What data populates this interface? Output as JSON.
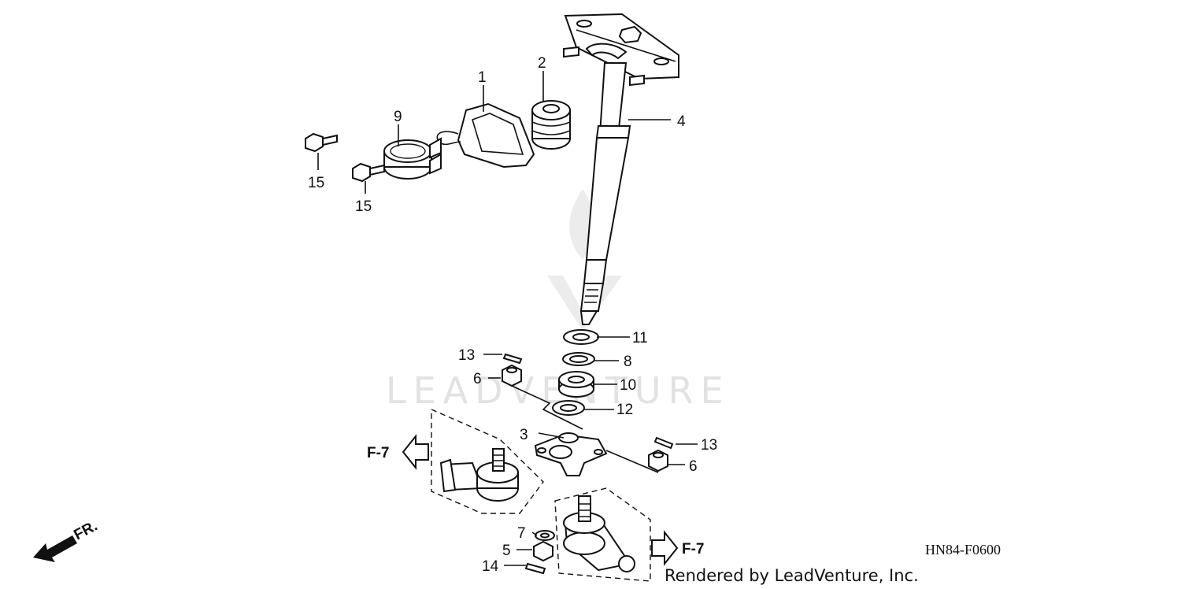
{
  "diagram": {
    "code": "HN84-F0600",
    "credit": "Rendered by LeadVenture, Inc.",
    "watermark": "LEADVENTURE",
    "front_label": "FR.",
    "ref_labels": [
      "F-7",
      "F-7"
    ],
    "callouts": [
      "1",
      "2",
      "3",
      "4",
      "5",
      "6",
      "6",
      "7",
      "8",
      "9",
      "10",
      "11",
      "12",
      "13",
      "13",
      "14",
      "15",
      "15"
    ]
  },
  "colors": {
    "ink": "#111111",
    "watermark": "#e2e2e2",
    "background": "#ffffff"
  },
  "icons": {
    "front": "front-arrow-icon",
    "ref": "reference-arrow-icon"
  }
}
